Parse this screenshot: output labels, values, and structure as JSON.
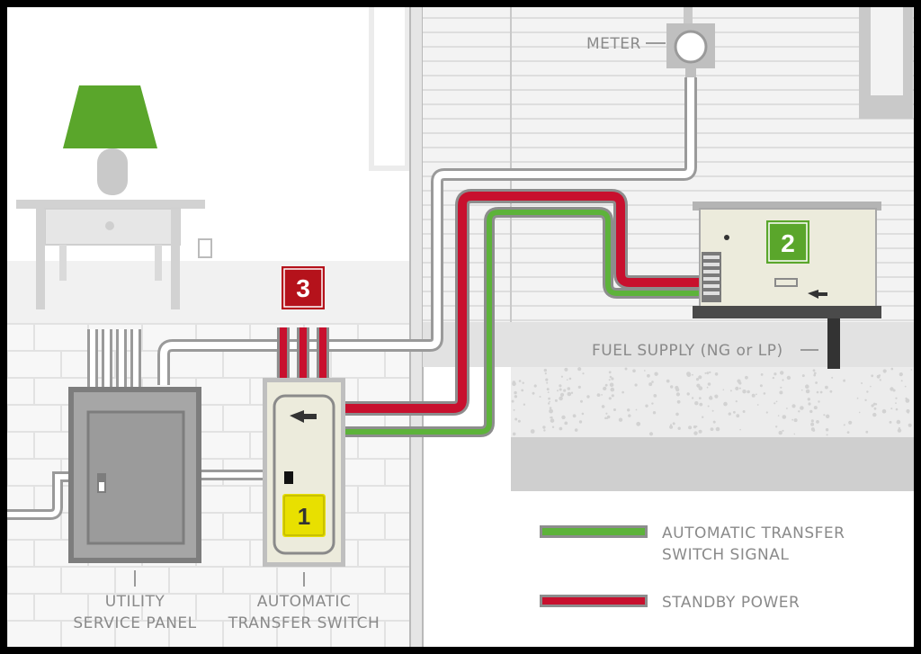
{
  "labels": {
    "meter": "METER",
    "fuel_supply": "FUEL SUPPLY (NG or LP)",
    "service_panel_line1": "UTILITY",
    "service_panel_line2": "SERVICE PANEL",
    "transfer_switch_line1": "AUTOMATIC",
    "transfer_switch_line2": "TRANSFER SWITCH"
  },
  "badges": {
    "transfer_switch": "1",
    "generator": "2",
    "conduit": "3"
  },
  "legend": [
    {
      "label_line1": "AUTOMATIC TRANSFER",
      "label_line2": "SWITCH SIGNAL",
      "color": "#5db33a"
    },
    {
      "label_line1": "STANDBY POWER",
      "label_line2": "",
      "color": "#c8102e"
    }
  ],
  "colors": {
    "signal_green": "#5db33a",
    "power_red": "#c8102e",
    "badge_red": "#b5121b",
    "badge_yellow": "#e8e000",
    "lamp_green": "#5aa62b"
  }
}
